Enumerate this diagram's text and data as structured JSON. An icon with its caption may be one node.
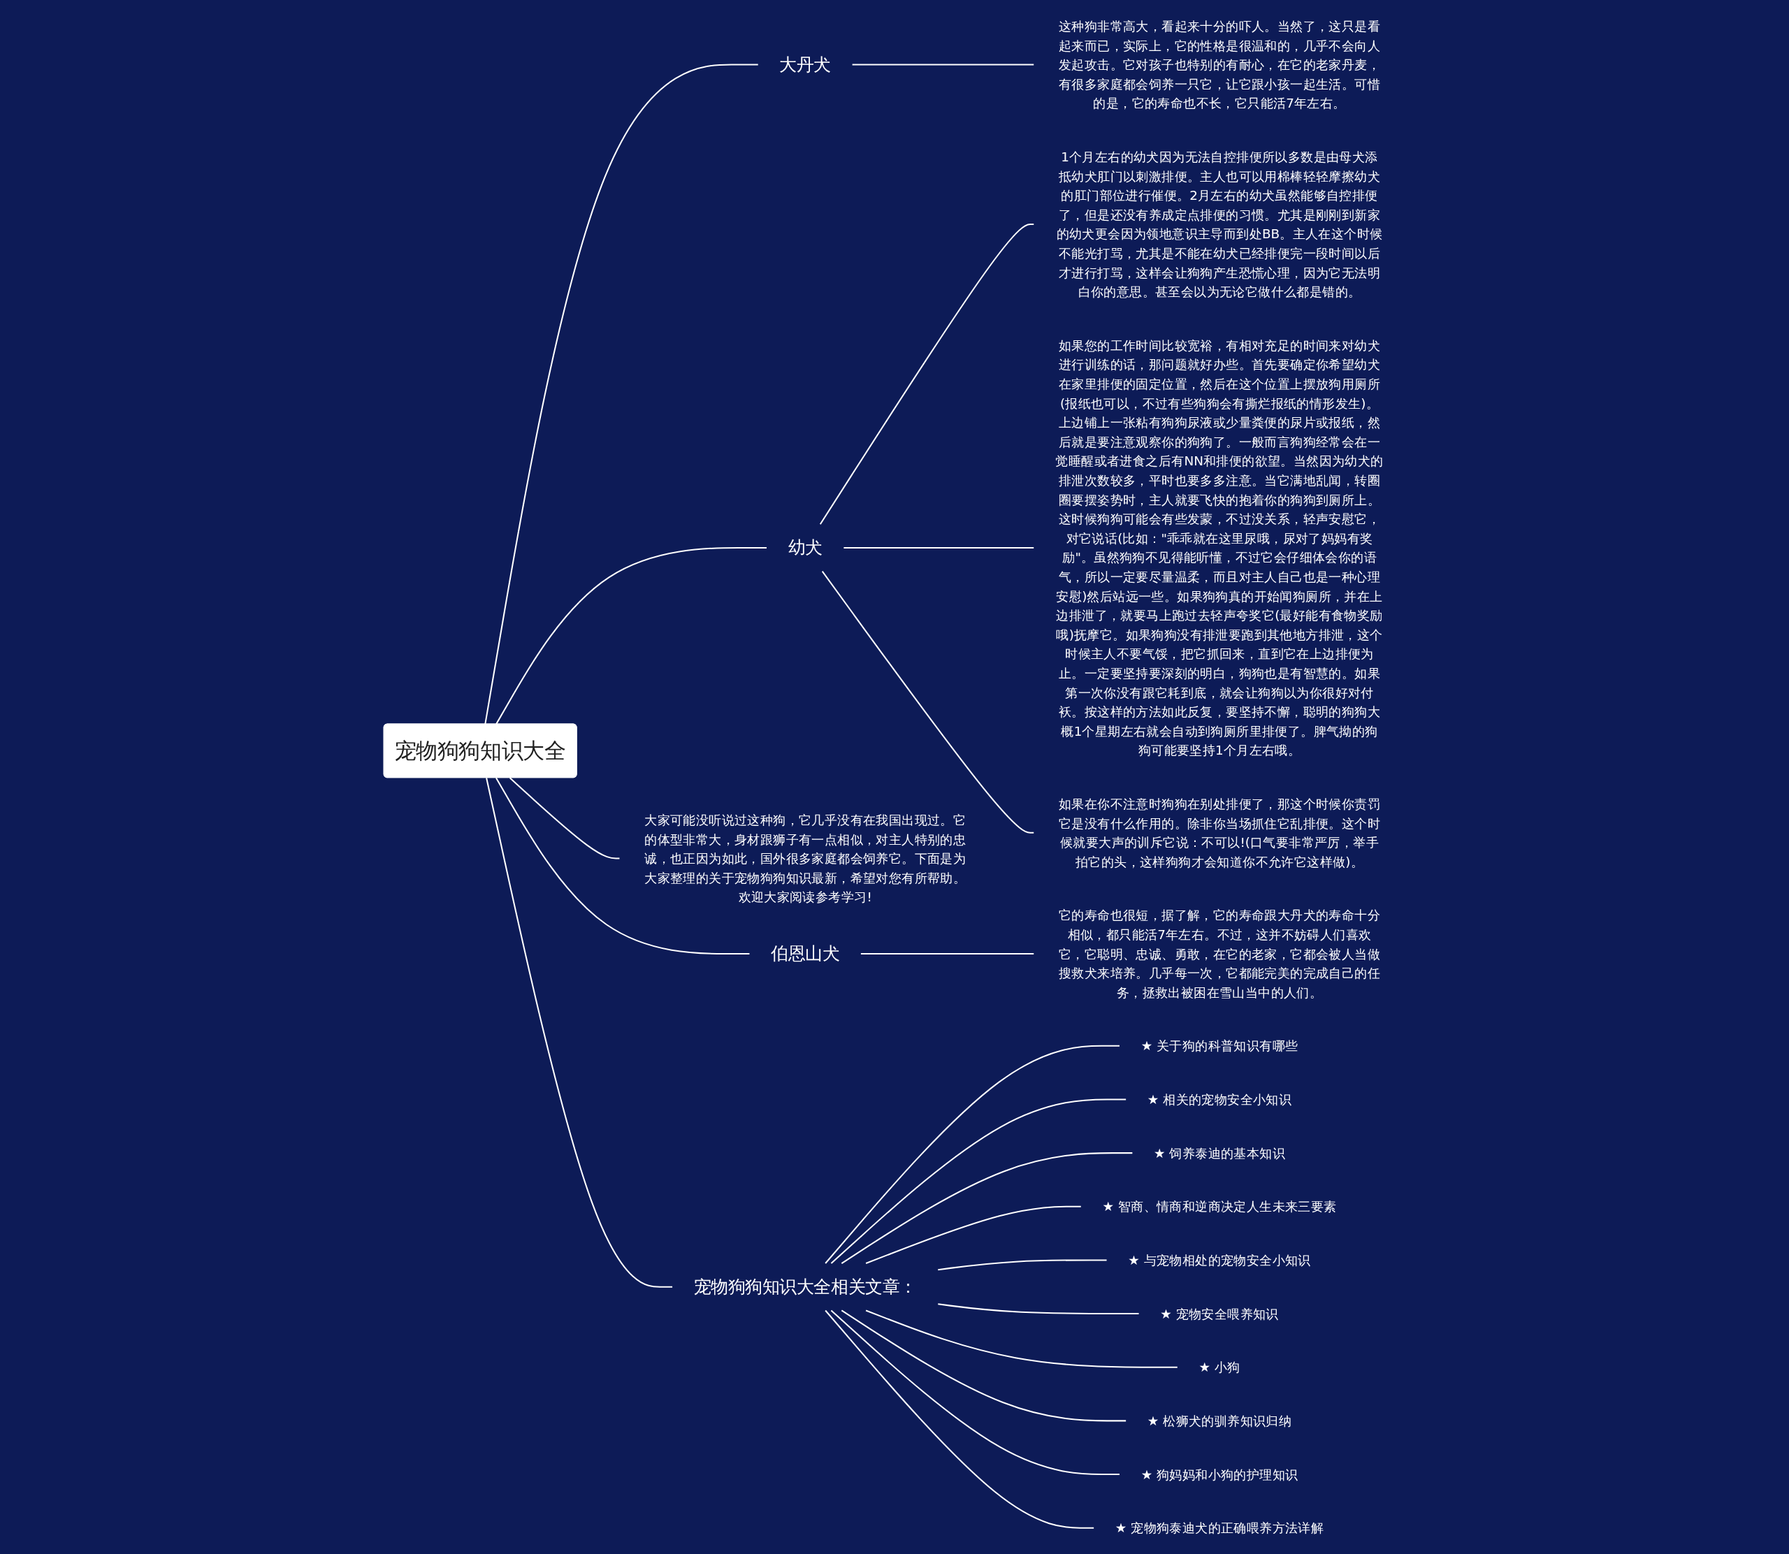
{
  "diagram": {
    "nodes": [
      {
        "text": [
          "宠物狗狗知识大全"
        ]
      },
      {
        "text": [
          "大丹犬"
        ]
      },
      {
        "text": [
          "这种狗非常高大，看起来十分的吓人。当然了，这只是看起来而已，实际上，它的性格是很温和的，几乎不会向人发起攻击。它对孩子也特别的有耐心，在它的老家丹麦，有很多家庭都会饲养一只它，让它跟小孩一起生活。可惜的是，它的寿命也不长，它只能活7年左右。"
        ]
      },
      {
        "text": [
          "幼犬"
        ]
      },
      {
        "text": [
          "1个月左右的幼犬因为无法自控排便所以多数是由母犬添抵幼犬肛门以刺激排便。主人也可以用棉棒轻轻摩擦幼犬的肛门部位进行催便。2月左右的幼犬虽然能够自控排便了，但是还没有养成定点排便的习惯。尤其是刚刚到新家的幼犬更会因为领地意识主导而到处BB。主人在这个时候不能光打骂，尤其是不能在幼犬已经排便完一段时间以后才进行打骂，这样会让狗狗产生恐慌心理，因为它无法明白你的意思。甚至会以为无论它做什么都是错的。"
        ]
      },
      {
        "text": [
          "如果您的工作时间比较宽裕，有相对充足的时间来对幼犬进行训练的话，那问题就好办些。首先要确定你希望幼犬在家里排便的固定位置，然后在这个位置上摆放狗用厕所(报纸也可以，不过有些狗狗会有撕烂报纸的情形发生)。上边铺上一张粘有狗狗尿液或少量粪便的尿片或报纸，然后就是要注意观察你的狗狗了。一般而言狗狗经常会在一觉睡醒或者进食之后有NN和排便的欲望。当然因为幼犬的排泄次数较多，平时也要多多注意。当它满地乱闻，转圈圈要摆姿势时，主人就要飞快的抱着你的狗狗到厕所上。这时候狗狗可能会有些发蒙，不过没关系，轻声安慰它，对它说话(比如：\"乖乖就在这里尿哦，尿对了妈妈有奖励\"。虽然狗狗不见得能听懂，不过它会仔细体会你的语气，所以一定要尽量温柔，而且对主人自己也是一种心理安慰)然后站远一些。如果狗狗真的开始闻狗厕所，并在上边排泄了，就要马上跑过去轻声夸奖它(最好能有食物奖励哦)抚摩它。如果狗狗没有排泄要跑到其他地方排泄，这个时候主人不要气馁，把它抓回来，直到它在上边排便为止。一定要坚持要深刻的明白，狗狗也是有智慧的。如果第一次你没有跟它耗到底，就会让狗狗以为你很好对付袄。按这样的方法如此反复，要坚持不懈，聪明的狗狗大概1个星期左右就会自动到狗厕所里排便了。脾气拗的狗狗可能要坚持1个月左右哦。"
        ]
      },
      {
        "text": [
          "如果在你不注意时狗狗在别处排便了，那这个时候你责罚它是没有什么作用的。除非你当场抓住它乱排便。这个时候就要大声的训斥它说：不可以!(口气要非常严厉，举手拍它的头，这样狗狗才会知道你不允许它这样做)。"
        ]
      },
      {
        "text": [
          "大家可能没听说过这种狗，它几乎没有在我国出现过。它的体型非常大，身材跟狮子有一点相似，对主人特别的忠诚，也正因为如此，国外很多家庭都会饲养它。下面是为大家整理的关于宠物狗狗知识最新，希望对您有所帮助。欢迎大家阅读参考学习!"
        ]
      },
      {
        "text": [
          "伯恩山犬"
        ]
      },
      {
        "text": [
          "它的寿命也很短，据了解，它的寿命跟大丹犬的寿命十分相似，都只能活7年左右。不过，这并不妨碍人们喜欢它，它聪明、忠诚、勇敢，在它的老家，它都会被人当做搜救犬来培养。几乎每一次，它都能完美的完成自己的任务，拯救出被困在雪山当中的人们。"
        ]
      },
      {
        "text": [
          "宠物狗狗知识大全相关文章："
        ]
      },
      {
        "text": [
          "★ 关于狗的科普知识有哪些"
        ]
      },
      {
        "text": [
          "★ 相关的宠物安全小知识"
        ]
      },
      {
        "text": [
          "★ 饲养泰迪的基本知识"
        ]
      },
      {
        "text": [
          "★ 智商、情商和逆商决定人生未来三要素"
        ]
      },
      {
        "text": [
          "★ 与宠物相处的宠物安全小知识"
        ]
      },
      {
        "text": [
          "★ 宠物安全喂养知识"
        ]
      },
      {
        "text": [
          "★ 小狗"
        ]
      },
      {
        "text": [
          "★ 松狮犬的驯养知识归纳"
        ]
      },
      {
        "text": [
          "★ 狗妈妈和小狗的护理知识"
        ]
      },
      {
        "text": [
          "★ 宠物狗泰迪犬的正确喂养方法详解"
        ]
      }
    ],
    "edges": [
      {
        "from": 0,
        "to": 1,
        "arrow": "none"
      },
      {
        "from": 1,
        "to": 2,
        "arrow": "none"
      },
      {
        "from": 0,
        "to": 3,
        "arrow": "none"
      },
      {
        "from": 3,
        "to": 4,
        "arrow": "none"
      },
      {
        "from": 3,
        "to": 5,
        "arrow": "none"
      },
      {
        "from": 3,
        "to": 6,
        "arrow": "none"
      },
      {
        "from": 0,
        "to": 7,
        "arrow": "none"
      },
      {
        "from": 0,
        "to": 8,
        "arrow": "none"
      },
      {
        "from": 8,
        "to": 9,
        "arrow": "none"
      },
      {
        "from": 0,
        "to": 10,
        "arrow": "none"
      },
      {
        "from": 10,
        "to": 11,
        "arrow": "none"
      },
      {
        "from": 10,
        "to": 12,
        "arrow": "none"
      },
      {
        "from": 10,
        "to": 13,
        "arrow": "none"
      },
      {
        "from": 10,
        "to": 14,
        "arrow": "none"
      },
      {
        "from": 10,
        "to": 15,
        "arrow": "none"
      },
      {
        "from": 10,
        "to": 16,
        "arrow": "none"
      },
      {
        "from": 10,
        "to": 17,
        "arrow": "none"
      },
      {
        "from": 10,
        "to": 18,
        "arrow": "none"
      },
      {
        "from": 10,
        "to": 19,
        "arrow": "none"
      },
      {
        "from": 10,
        "to": 20,
        "arrow": "none"
      }
    ]
  }
}
